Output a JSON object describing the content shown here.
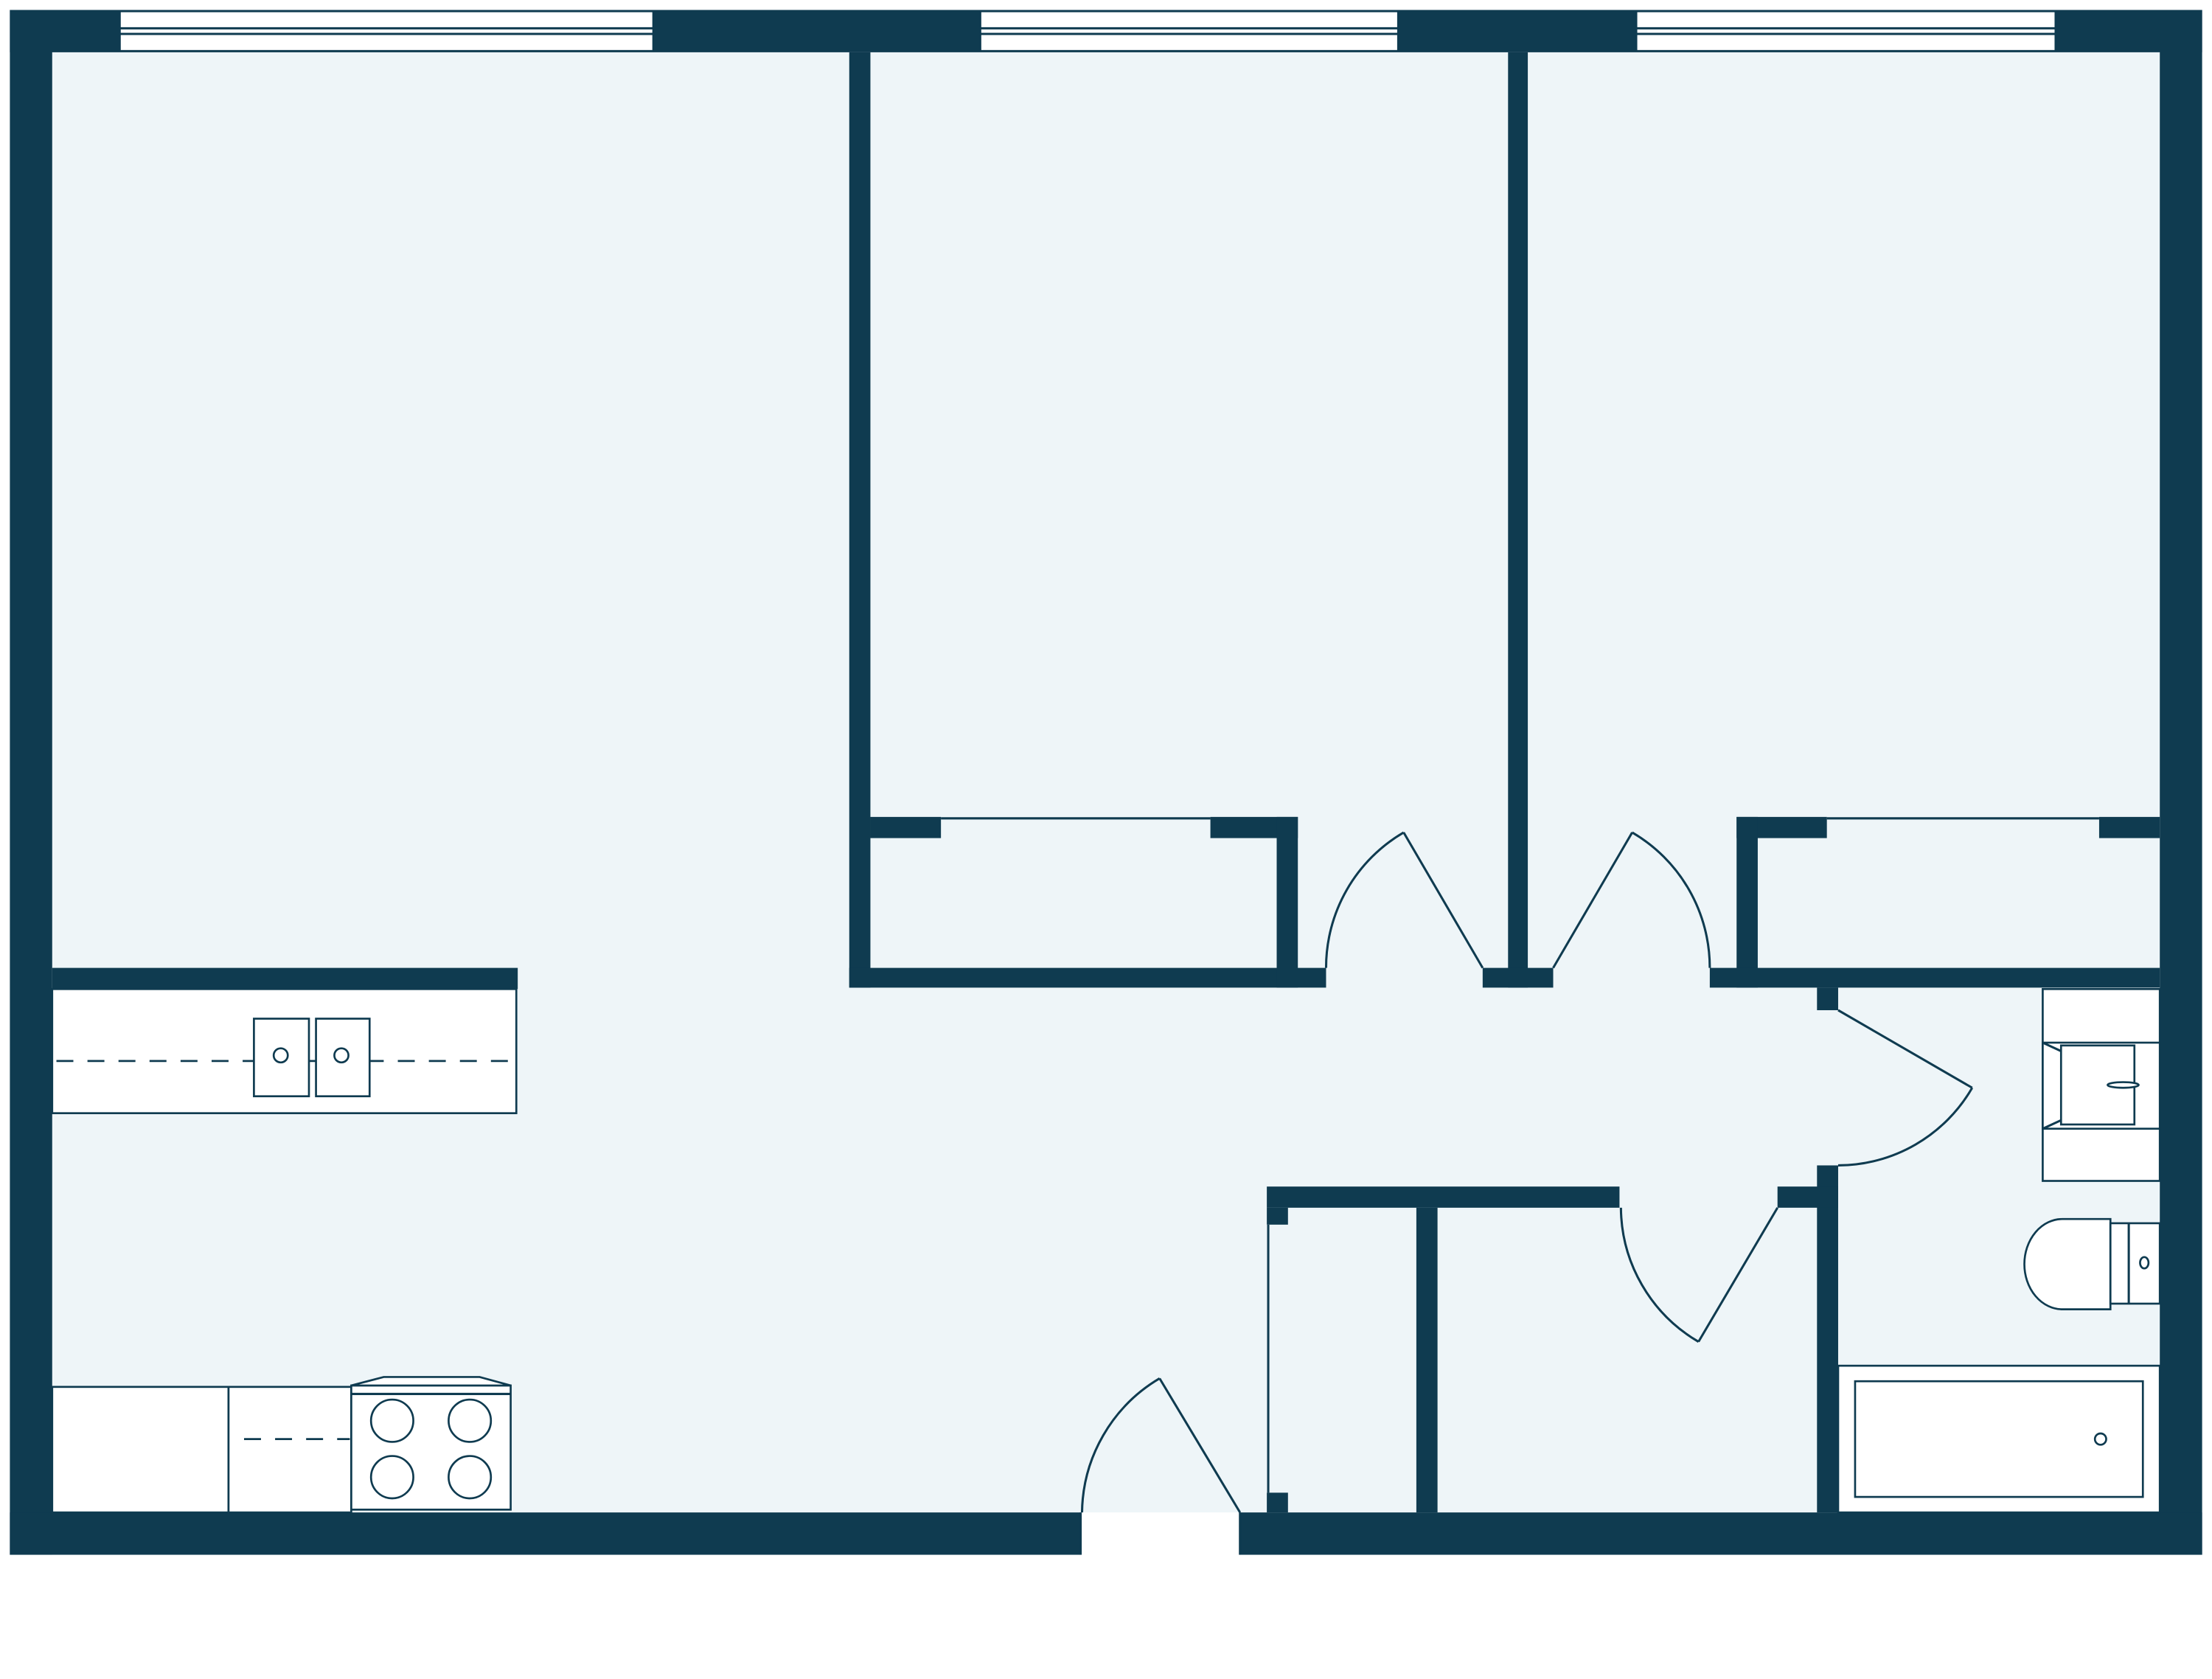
{
  "colors": {
    "wall": "#0f3b50",
    "floor": "#eef5f8",
    "fixture": "#ffffff",
    "background": "#ffffff"
  },
  "plan": {
    "rooms": [
      "living-kitchen",
      "bedroom-1",
      "bedroom-2",
      "bathroom",
      "hall-closet",
      "linen-closet",
      "bedroom-1-closet",
      "bedroom-2-closet"
    ],
    "windows": 3,
    "doors": 5,
    "fixtures": [
      "kitchen-counter",
      "double-sink",
      "base-cabinets",
      "stove",
      "vanity",
      "toilet",
      "bathtub"
    ]
  }
}
